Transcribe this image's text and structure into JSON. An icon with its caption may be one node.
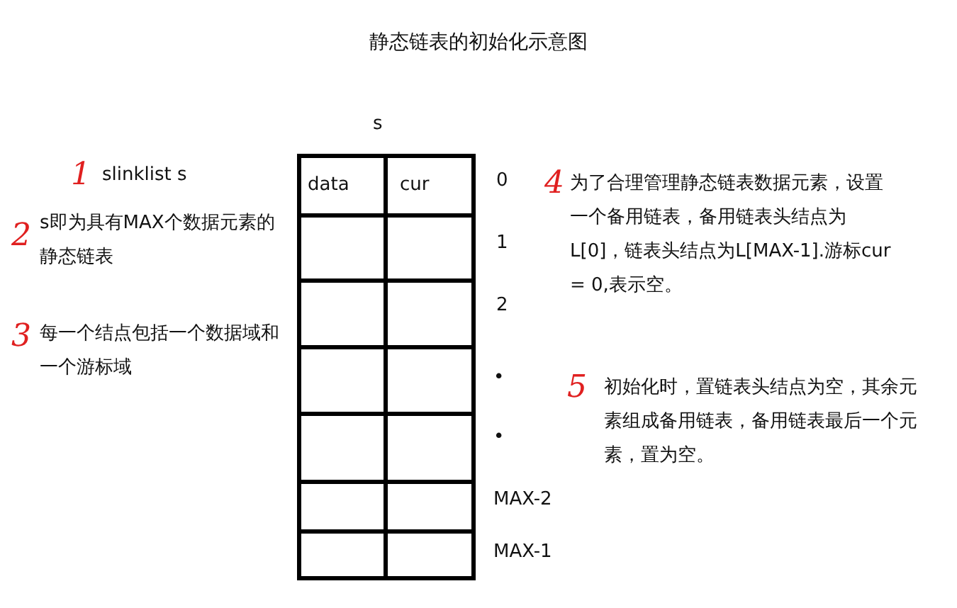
{
  "diagram": {
    "title": "静态链表的初始化示意图",
    "labels": [
      "s",
      "1",
      "slinklist s",
      "data",
      "cur",
      "0",
      "4",
      "为了合理管理静态链表数据元素，设置一个备用链表，备用链表头结点为L[0]，链表头结点为L[MAX-1].游标cur = 0,表示空。",
      "2",
      "s即为具有MAX个数据元素的静态链表",
      "1",
      "2",
      "3",
      "每一个结点包括一个数据域和一个游标域",
      "•",
      "5",
      "初始化时，置链表头结点为空，其余元素组成备用链表，备用链表最后一个元素，置为空。",
      "•",
      "MAX-2",
      "MAX-1"
    ]
  }
}
